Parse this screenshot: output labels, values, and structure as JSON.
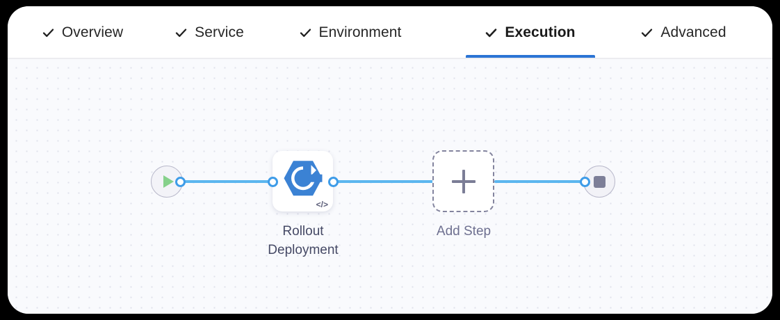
{
  "window": {
    "frame_color": "#000000",
    "card_background": "#ffffff"
  },
  "tabs": {
    "active_index": 3,
    "active_underline_color": "#2b74d4",
    "check_icon": "check-icon",
    "items": [
      {
        "label": "Overview",
        "checked": true,
        "active": false
      },
      {
        "label": "Service",
        "checked": true,
        "active": false
      },
      {
        "label": "Environment",
        "checked": true,
        "active": false
      },
      {
        "label": "Execution",
        "checked": true,
        "active": true
      },
      {
        "label": "Advanced",
        "checked": true,
        "active": false
      }
    ]
  },
  "canvas": {
    "background_color": "#f9fafd",
    "dot_color": "#dfe1ec",
    "edge_color": "#5cb6ef",
    "port_color": "#3e9ce8",
    "nodes": {
      "start": {
        "icon": "play-icon",
        "icon_color": "#86d18b",
        "label": ""
      },
      "step": {
        "icon": "rollout-deployment-icon",
        "icon_color": "#3b82d4",
        "badge_icon": "code-icon",
        "badge_glyph": "</>",
        "label": "Rollout\nDeployment"
      },
      "add_step": {
        "icon": "plus-icon",
        "icon_color": "#7b7d96",
        "label": "Add Step"
      },
      "end": {
        "icon": "stop-icon",
        "icon_color": "#7d7f98",
        "label": ""
      }
    }
  }
}
